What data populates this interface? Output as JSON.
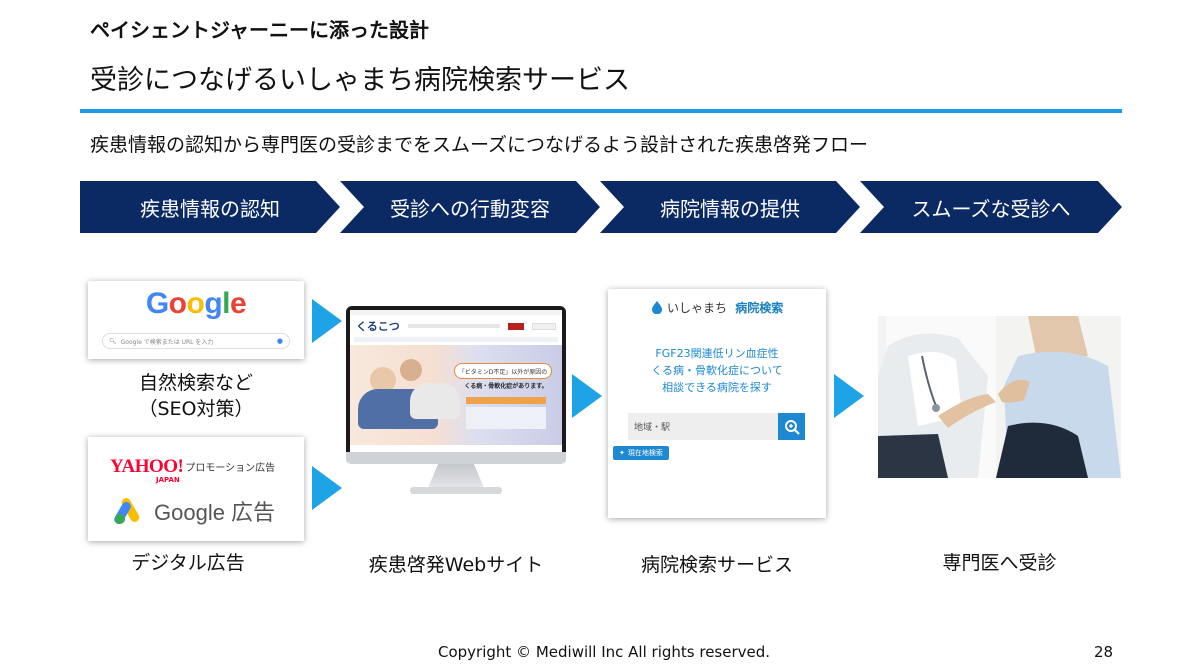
{
  "header": {
    "eyebrow": "ペイシェントジャーニーに添った設計",
    "title": "受診につなげるいしゃまち病院検索サービス",
    "subtitle": "疾患情報の認知から専門医の受診までをスムーズにつなげるよう設計された疾患啓発フロー"
  },
  "flow_steps": [
    {
      "label": "疾患情報の認知"
    },
    {
      "label": "受診への行動変容"
    },
    {
      "label": "病院情報の提供"
    },
    {
      "label": "スムーズな受診へ"
    }
  ],
  "google_card": {
    "logo": "Google",
    "search_placeholder": "Google で検索または URL を入力"
  },
  "ads_card": {
    "yahoo_logo": "YAHOO!",
    "yahoo_sub": "JAPAN",
    "yahoo_promo": "プロモーション広告",
    "google_ads": "Google 広告"
  },
  "labels": {
    "natural_search_1": "自然検索など",
    "natural_search_2": "（SEO対策）",
    "digital_ads": "デジタル広告",
    "website": "疾患啓発Webサイト",
    "hospital_service": "病院検索サービス",
    "consult": "専門医へ受診"
  },
  "website_mock": {
    "site_name": "くるこつ",
    "banner_1": "「ビタミンD不足」以外が原因の",
    "banner_2": "くる病・骨軟化症があります。"
  },
  "hospital_card": {
    "logo": "いしゃまち",
    "logo_suffix": "病院検索",
    "message_1": "FGF23関連低リン血症性",
    "message_2": "くる病・骨軟化症について",
    "message_3": "相談できる病院を探す",
    "input_placeholder": "地域・駅",
    "location_button": "現在地検索"
  },
  "footer": {
    "copyright": "Copyright © Mediwill Inc All rights reserved.",
    "page": "28"
  },
  "colors": {
    "navy": "#0b2a63",
    "accent": "#1e9be8",
    "arrow": "#1ea3e6"
  }
}
